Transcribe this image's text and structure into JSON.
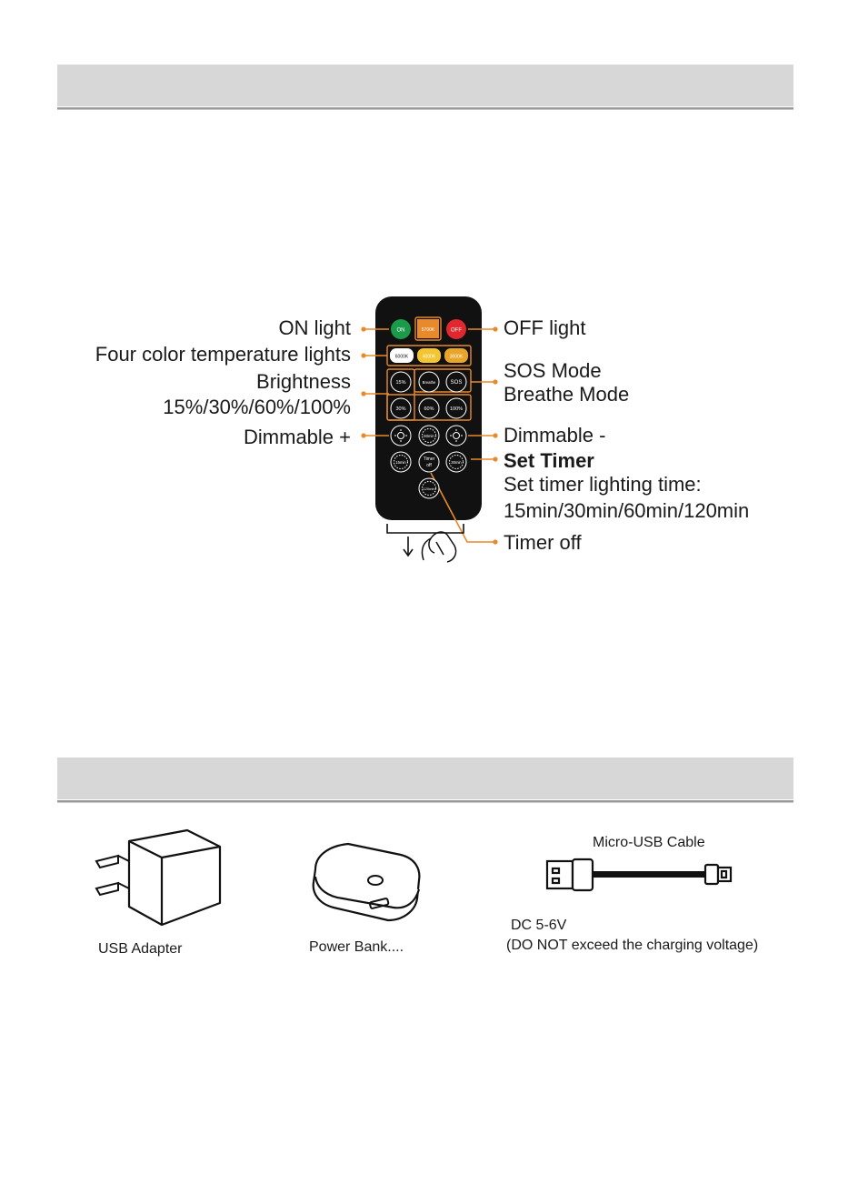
{
  "colors": {
    "section_bar": "#d7d7d7",
    "remote_body": "#111111",
    "leader_orange": "#e8892b",
    "btn_on": "#1a9a4a",
    "btn_off": "#e0282e",
    "btn_5700k": "#e8892b",
    "btn_4000k": "#f2c531",
    "btn_3000k": "#e9a52a",
    "btn_6000k": "#ffffff"
  },
  "remote": {
    "labels_left": {
      "on_light": "ON light",
      "four_color": "Four color temperature lights",
      "brightness_line1": "Brightness",
      "brightness_line2": "15%/30%/60%/100%",
      "dimmable_plus": "Dimmable +"
    },
    "labels_right": {
      "off_light": "OFF light",
      "sos_mode": "SOS Mode",
      "breathe_mode": "Breathe Mode",
      "dimmable_minus": "Dimmable -",
      "set_timer": "Set Timer",
      "set_timer_desc1": "Set timer lighting time:",
      "set_timer_desc2": "15min/30min/60min/120min",
      "timer_off": "Timer off"
    },
    "buttons": {
      "on": "ON",
      "k5700": "5700K",
      "off": "OFF",
      "k6000": "6000K",
      "k4000": "4000K",
      "k3000": "3000K",
      "b15": "15%",
      "breathe": "Breathe",
      "sos": "SOS",
      "b30": "30%",
      "b60": "60%",
      "b100": "100%",
      "t60": "60min",
      "t15": "15min",
      "timer_off_l1": "Timer",
      "timer_off_l2": "off",
      "t30": "30min",
      "t120": "120min"
    }
  },
  "charging": {
    "usb_adapter": "USB Adapter",
    "power_bank": "Power Bank....",
    "cable_title": "Micro-USB Cable",
    "dc_voltage": "DC 5-6V",
    "warning": "(DO NOT exceed the charging voltage)"
  }
}
